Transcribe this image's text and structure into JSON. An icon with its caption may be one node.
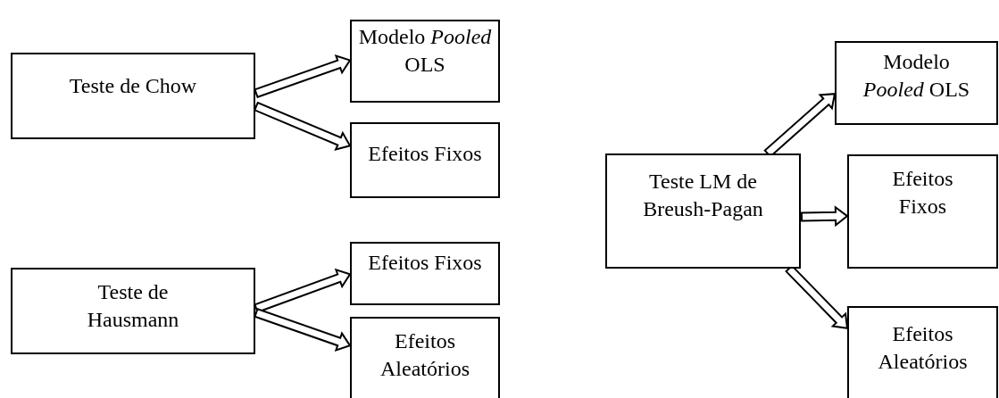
{
  "diagram": {
    "nodes": [
      {
        "text": [
          "Teste de Chow"
        ]
      },
      {
        "text": [
          "Modelo *Pooled* OLS"
        ]
      },
      {
        "text": [
          "Efeitos Fixos"
        ]
      },
      {
        "text": [
          "Teste de Hausmann"
        ]
      },
      {
        "text": [
          "Efeitos Fixos"
        ]
      },
      {
        "text": [
          "Efeitos Aleatórios"
        ]
      },
      {
        "text": [
          "Teste LM de Breush-Pagan"
        ]
      },
      {
        "text": [
          "Modelo *Pooled* OLS"
        ]
      },
      {
        "text": [
          "Efeitos Fixos"
        ]
      },
      {
        "text": [
          "Efeitos Aleatórios"
        ]
      }
    ],
    "edges": [
      {
        "from": 0,
        "to": 1,
        "arrow": "to"
      },
      {
        "from": 0,
        "to": 2,
        "arrow": "to"
      },
      {
        "from": 3,
        "to": 4,
        "arrow": "to"
      },
      {
        "from": 3,
        "to": 5,
        "arrow": "to"
      },
      {
        "from": 6,
        "to": 7,
        "arrow": "to"
      },
      {
        "from": 6,
        "to": 8,
        "arrow": "to"
      },
      {
        "from": 6,
        "to": 9,
        "arrow": "to"
      }
    ]
  }
}
